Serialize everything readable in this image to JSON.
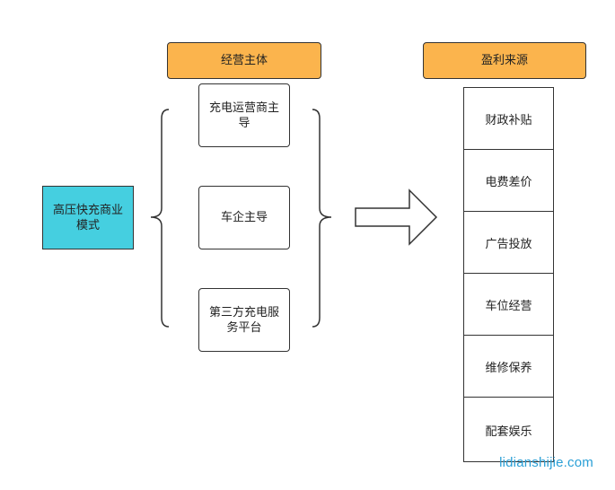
{
  "headers": {
    "entity": "经营主体",
    "profit": "盈利来源"
  },
  "mode": {
    "label": "高压快充商业模式"
  },
  "entities": [
    "充电运营商主导",
    "车企主导",
    "第三方充电服务平台"
  ],
  "profit_sources": [
    "财政补贴",
    "电费差价",
    "广告投放",
    "车位经营",
    "维修保养",
    "配套娱乐"
  ],
  "watermark": "lidianshijie.com",
  "colors": {
    "header_fill": "#fbb44d",
    "mode_fill": "#45cfe0",
    "stroke": "#333333",
    "watermark": "#2a9fd6"
  }
}
